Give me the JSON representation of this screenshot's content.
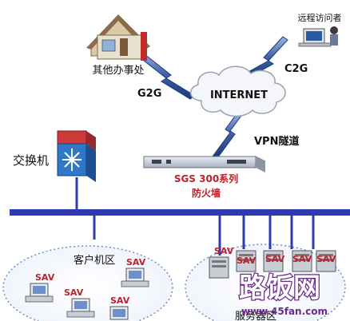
{
  "labels": {
    "branch_office": "其他办事处",
    "remote_visitor": "远程访问者",
    "g2g": "G2G",
    "c2g": "C2G",
    "internet": "INTERNET",
    "vpn_tunnel": "VPN隧道",
    "switch": "交换机",
    "firewall_model": "SGS 300系列",
    "firewall_type": "防火墙",
    "client_zone": "客户机区",
    "server_zone": "服务器区"
  },
  "sav_label": "SAV",
  "watermark": {
    "brand": "路饭网",
    "url": "www.45fan.com"
  },
  "colors": {
    "network_line": "#2c3bb0",
    "label_red": "#c0202a",
    "switch_blue": "#2f77c9",
    "switch_red": "#cc3a3a",
    "tunnel_blue": "#3a5fa8",
    "watermark_purple": "#6a2a8a"
  }
}
